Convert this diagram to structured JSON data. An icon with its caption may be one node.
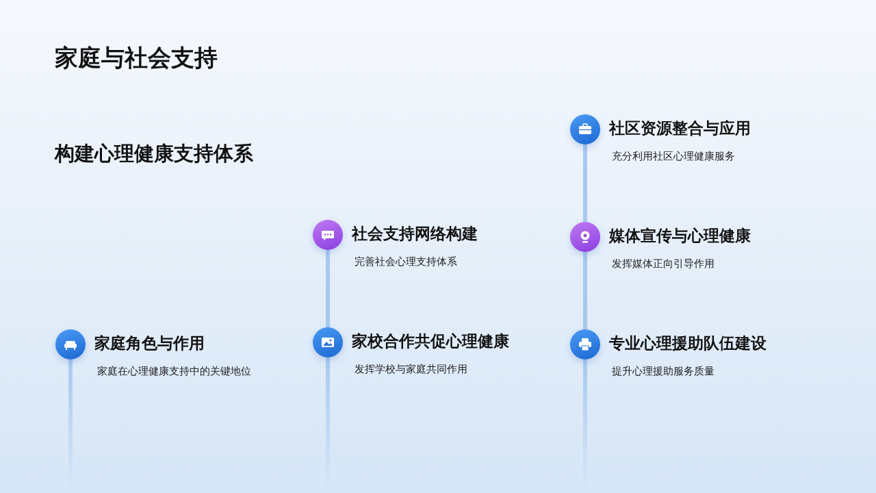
{
  "diagram": {
    "title": "家庭与社会支持",
    "nodes": [
      {
        "text": [],
        "shape": "circle",
        "beside": [
          "家庭角色与作用",
          "家庭在心理健康支持中的关键地位"
        ]
      },
      {
        "text": [],
        "shape": "circle",
        "beside": [
          "社会支持网络构建",
          "完善社会心理支持体系"
        ]
      },
      {
        "text": [],
        "shape": "circle",
        "beside": [
          "家校合作共促心理健康",
          "发挥学校与家庭共同作用"
        ]
      },
      {
        "text": [],
        "shape": "circle",
        "beside": [
          "社区资源整合与应用",
          "充分利用社区心理健康服务"
        ]
      },
      {
        "text": [],
        "shape": "circle",
        "beside": [
          "媒体宣传与心理健康",
          "发挥媒体正向引导作用"
        ]
      },
      {
        "text": [],
        "shape": "circle",
        "beside": [
          "专业心理援助队伍建设",
          "提升心理援助服务质量"
        ]
      }
    ],
    "edges": [
      {
        "from": 0,
        "to": null,
        "arrow": "none"
      },
      {
        "from": 1,
        "to": 2,
        "arrow": "none"
      },
      {
        "from": 2,
        "to": null,
        "arrow": "none"
      },
      {
        "from": 3,
        "to": 4,
        "arrow": "none"
      },
      {
        "from": 4,
        "to": 5,
        "arrow": "none"
      },
      {
        "from": 5,
        "to": null,
        "arrow": "none"
      }
    ],
    "labels": [
      "构建心理健康支持体系"
    ]
  }
}
